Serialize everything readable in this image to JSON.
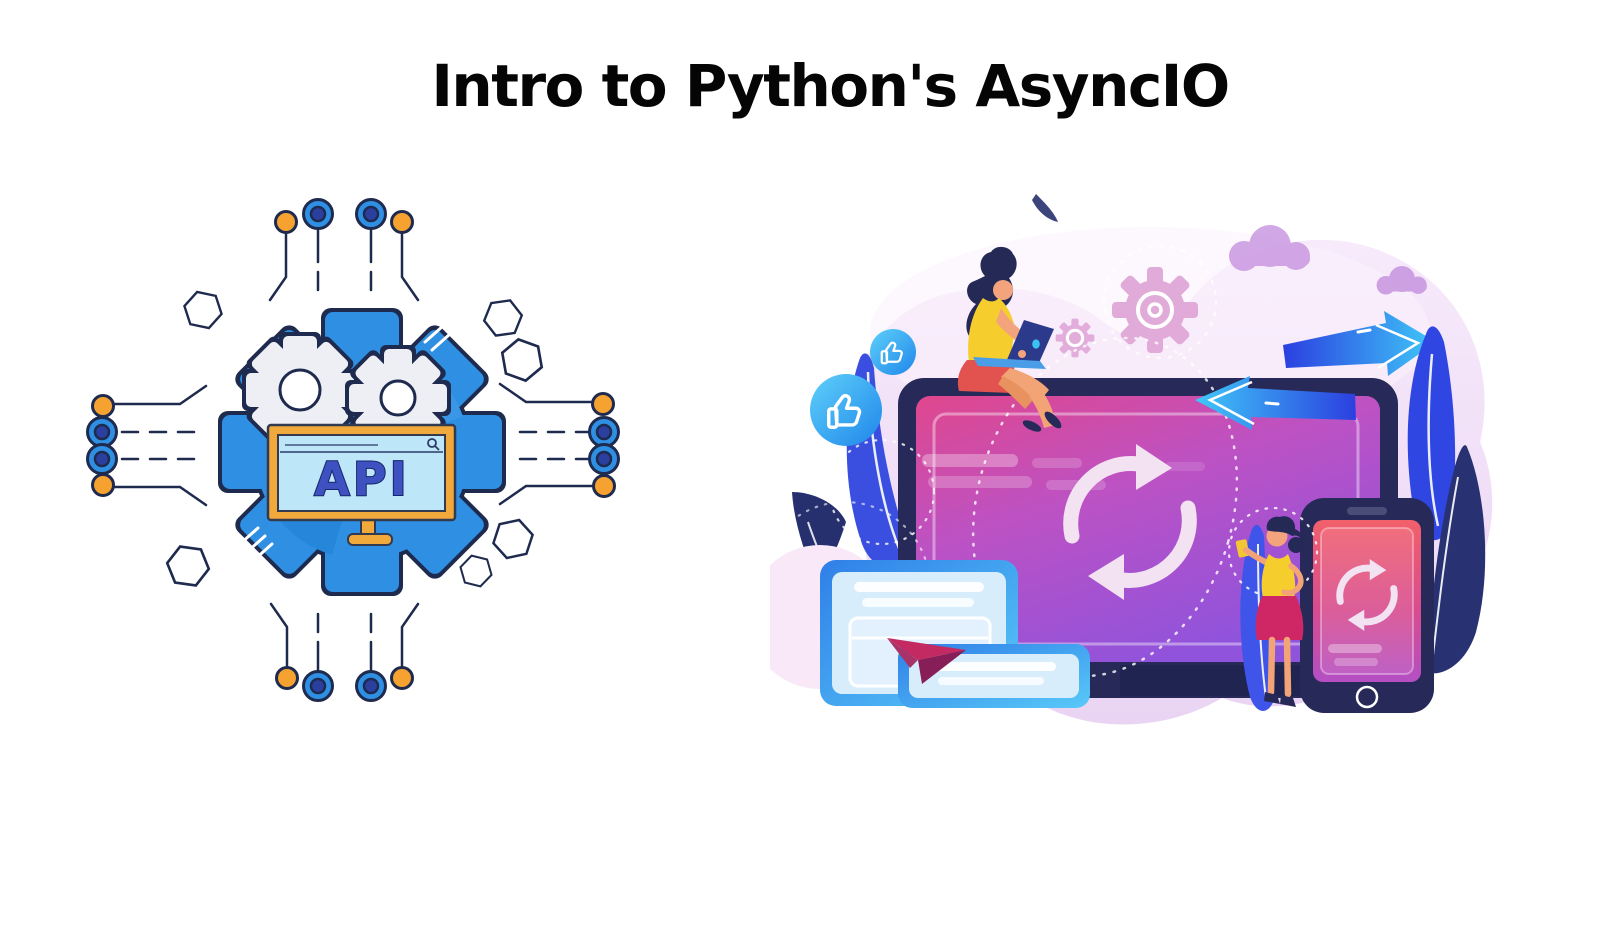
{
  "page": {
    "title": "Intro to Python's AsyncIO",
    "background_color": "#FFFFFF",
    "title_color": "#050505"
  },
  "api_illustration": {
    "label": "API",
    "description": "Blue cog containing two small gray gears and an orange monitor showing an API browser window, wired to circuit nodes with hexagon outlines",
    "colors": {
      "gear_blue": "#2E8FE3",
      "outline_navy": "#1E2A4E",
      "node_orange": "#F5A230",
      "node_inner_blue": "#2B3F9E",
      "monitor_orange": "#F2A93B",
      "screen_light_blue": "#BDE6F8",
      "api_text": "#3D52C0",
      "small_gear_gray": "#EDEFF4"
    }
  },
  "sync_illustration": {
    "description": "Monitor and smartphone with circular sync arrows, woman with laptop sitting on the monitor, woman holding a phone, like badges, blue arrows, pink gears, clouds, leaves and UI cards with a paper plane",
    "colors": {
      "blob_pink": "#F2DFF7",
      "frame_navy": "#272A58",
      "screen_magenta": "#E0478D",
      "screen_purple": "#8F53DC",
      "sync_arrow": "#F3E2F2",
      "arrow_dark_blue": "#2B3FE0",
      "arrow_cyan": "#3FC8F8",
      "badge_cyan": "#5FD0FA",
      "badge_blue": "#1F86EA",
      "leaf_blue": "#2F46E2",
      "leaf_navy": "#283272",
      "card_border_blue": "#2F7FE8",
      "card_fill": "#D8EDFC",
      "plane_magenta": "#C42A62",
      "cloud_purple": "#CD9EE3",
      "gear_pink": "#DFA3D5",
      "skin": "#F2A476",
      "top_yellow": "#F5CE2E",
      "skirt_red": "#E2524F",
      "skirt_crimson": "#CF2666",
      "phone_screen_red": "#F2606B"
    }
  }
}
